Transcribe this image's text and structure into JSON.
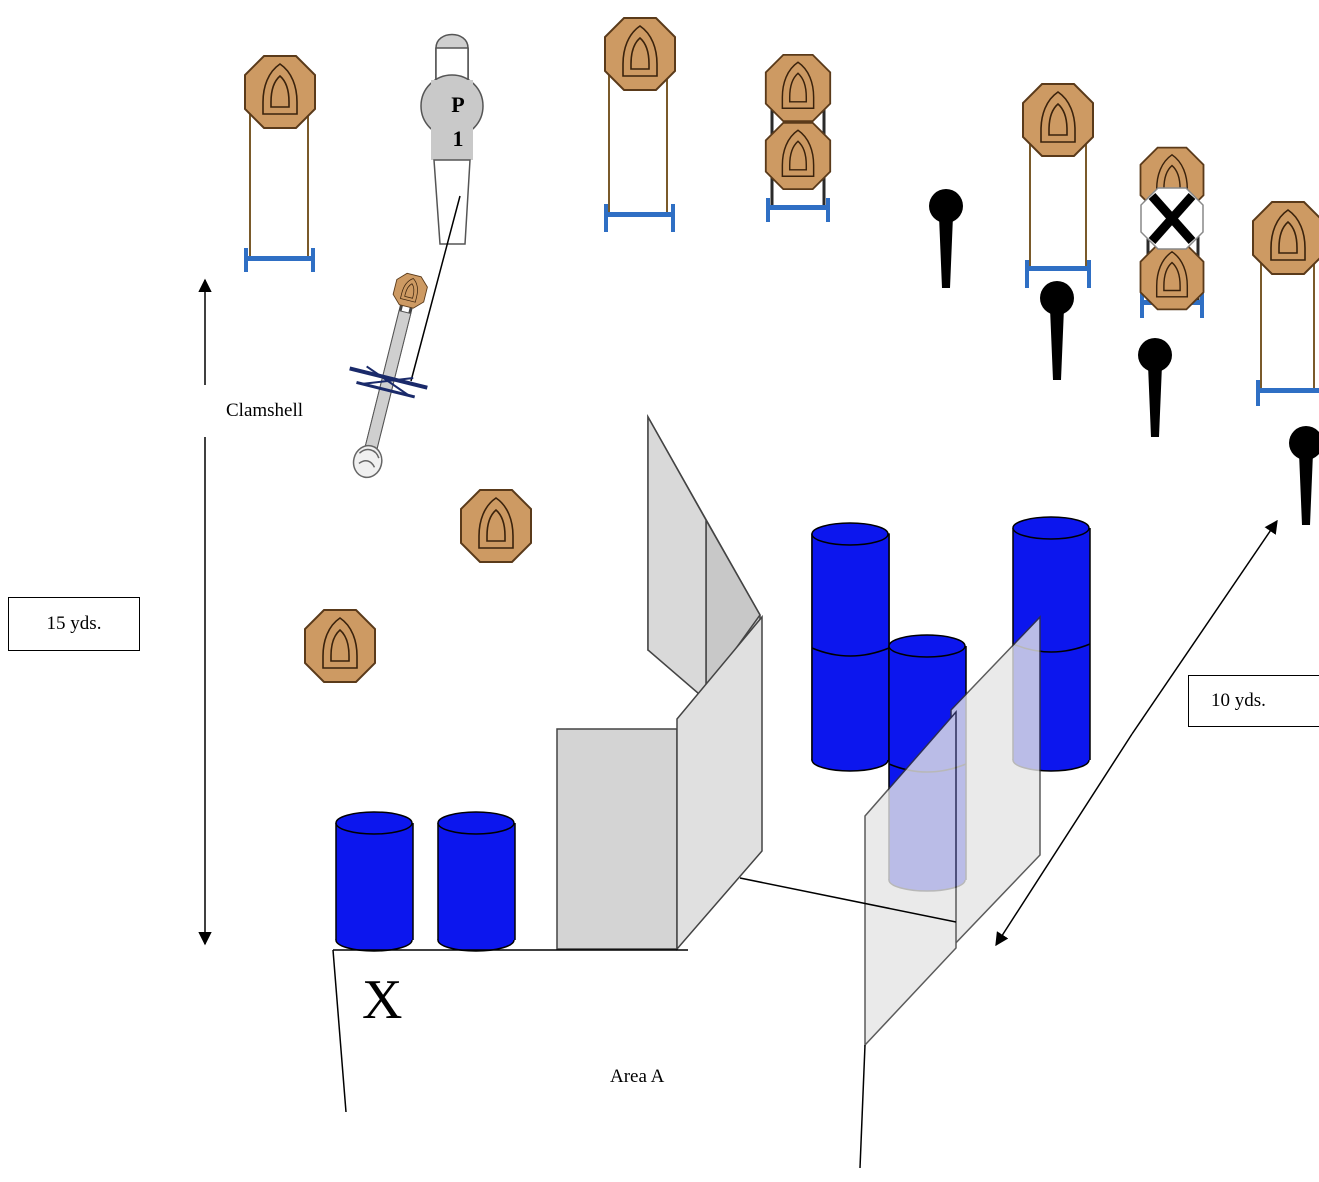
{
  "labels": {
    "distance_15": "15 yds.",
    "distance_10": "10 yds.",
    "clamshell": "Clamshell",
    "start_mark": "X",
    "area": "Area A",
    "popper_top": "P",
    "popper_bottom": "1",
    "no_shoot_mark": "X"
  },
  "colors": {
    "steel_fill": "#cd9a63",
    "steel_outline": "#5a3a1a",
    "stand_base": "#2f6fc4",
    "barrel": "#0c16ee",
    "barrel_translucent": "#5b60e8",
    "wall": "#d4d4d4",
    "wall_translucent": "#e8e8e8",
    "popper": "#c9c9c9",
    "no_shoot": "#ffffff",
    "mini_popper": "#000000"
  },
  "icons": [
    "steel-plate-icon",
    "popper-icon",
    "mini-popper-icon",
    "barrel-icon",
    "wall-icon",
    "clamshell-icon"
  ]
}
